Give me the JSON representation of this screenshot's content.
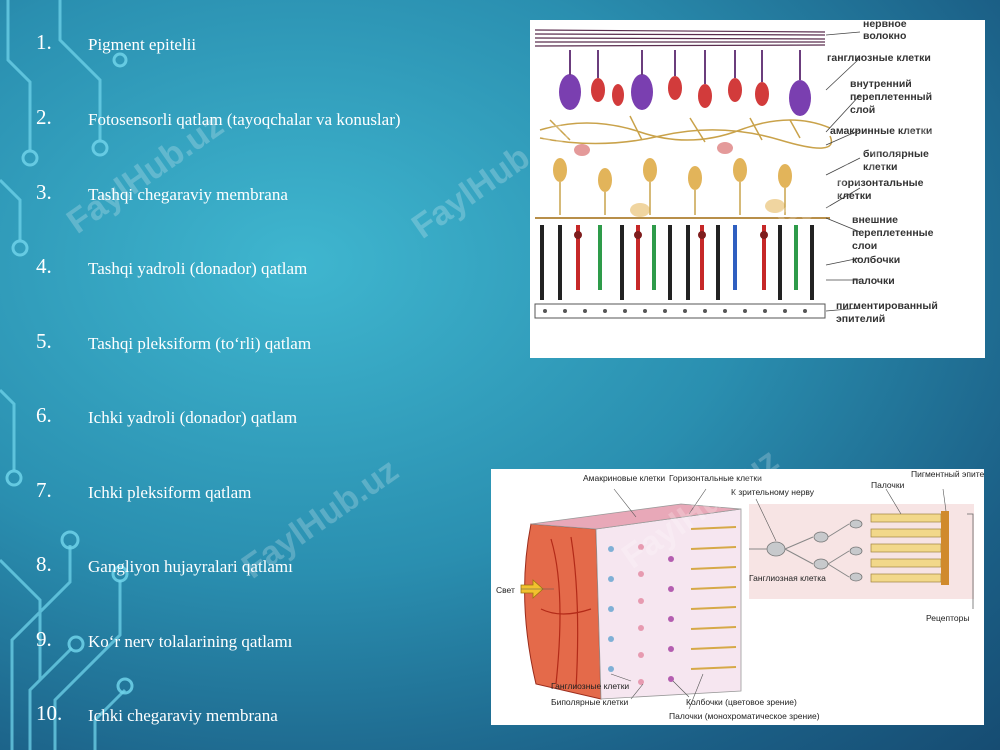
{
  "list": [
    {
      "number": "1.",
      "text": "Pigment epitelii"
    },
    {
      "number": "2.",
      "text": "Fotosensorli qatlam (tayoqchalar va konuslar)"
    },
    {
      "number": "3.",
      "text": "Tashqi chegaraviy membrana"
    },
    {
      "number": "4.",
      "text": "Tashqi yadroli (donador) qatlam"
    },
    {
      "number": "5.",
      "text": "Tashqi pleksiform (to‘rli) qatlam"
    },
    {
      "number": "6.",
      "text": "Ichki yadroli (donador) qatlam"
    },
    {
      "number": "7.",
      "text": "Ichki pleksiform qatlam"
    },
    {
      "number": "8.",
      "text": "Gangliyon hujayralari qatlamı"
    },
    {
      "number": "9.",
      "text": "Ko‘r nerv tolalarining qatlamı"
    },
    {
      "number": "10.",
      "text": "Ichki chegaraviy membrana"
    }
  ],
  "watermark": "FaylHub.uz",
  "figure1": {
    "labels": [
      "нервное",
      "волокно",
      "ганглиозные клетки",
      "внутренний",
      "переплетенный",
      "слой",
      "амакринные клетки",
      "биполярные",
      "клетки",
      "горизонтальные",
      "клетки",
      "внешние",
      "переплетенные",
      "слои",
      "колбочки",
      "палочки",
      "пигментированный",
      "эпителий"
    ]
  },
  "figure2": {
    "labels": {
      "amacrine": "Амакриновые клетки",
      "horizontal": "Горизонтальные клетки",
      "to_nerve": "К зрительному нерву",
      "rods_top": "Палочки",
      "pigment": "Пигментный эпителий",
      "light": "Свет",
      "ganglion_cell": "Ганглиозная клетка",
      "receptors": "Рецепторы",
      "ganglion_cells": "Ганглиозные клетки",
      "bipolar_cells": "Биполярные клетки",
      "cones": "Колбочки (цветовое зрение)",
      "rods": "Палочки (монохроматическое зрение)"
    }
  },
  "colors": {
    "accent": "#5fd0ea",
    "purple_cell": "#7a3fb0",
    "red_cell": "#d23b3b",
    "green_cone": "#2e9b4a",
    "blue_cone": "#2f5fc0"
  }
}
